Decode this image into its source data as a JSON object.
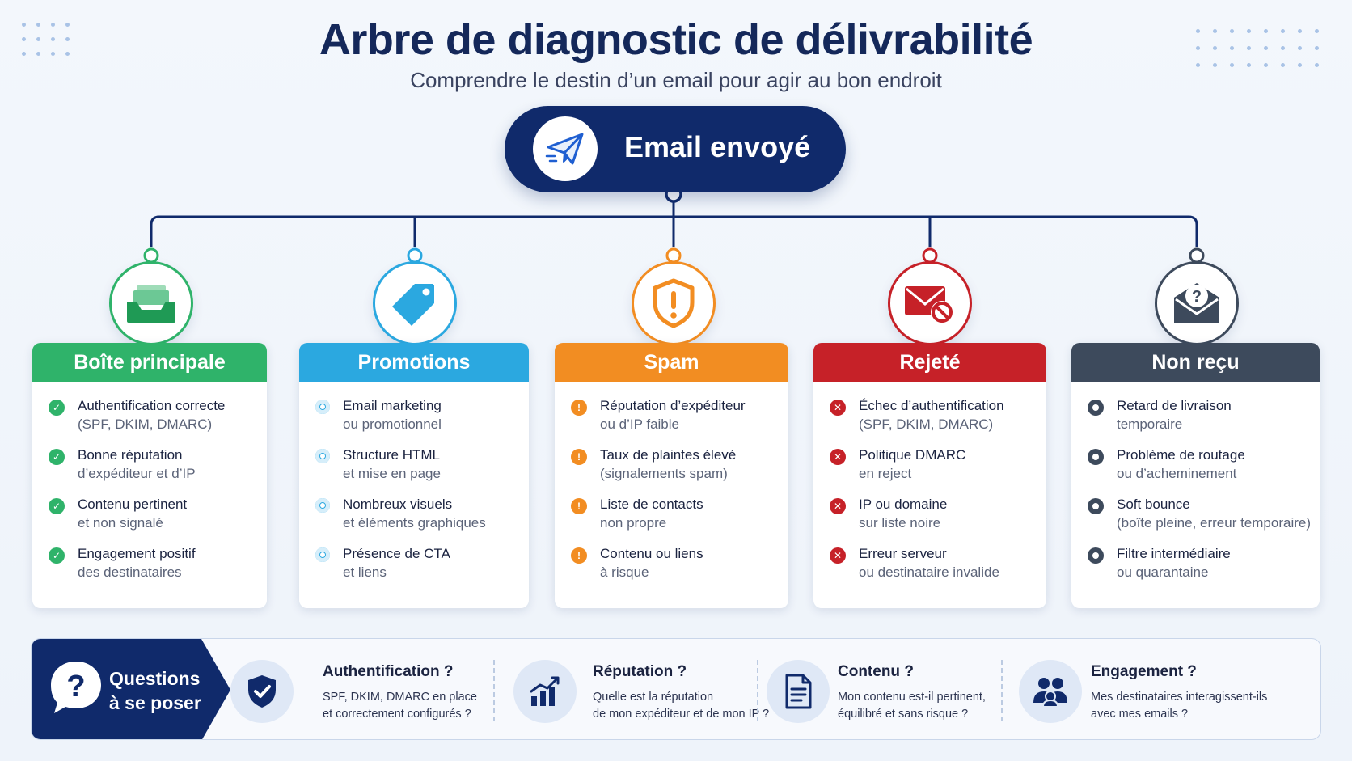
{
  "header": {
    "title": "Arbre de diagnostic de délivrabilité",
    "subtitle": "Comprendre le destin d’un email pour agir au bon endroit"
  },
  "root": {
    "label": "Email envoyé",
    "icon": "paper-plane-icon"
  },
  "colors": {
    "navy": "#102a6b",
    "green": "#2fb36a",
    "blue": "#2ba8e0",
    "orange": "#f28d22",
    "red": "#c62128",
    "slate": "#3d4a5c"
  },
  "categories": [
    {
      "id": "inbox",
      "title": "Boîte principale",
      "color": "#2fb36a",
      "icon": "inbox-tray-icon",
      "bullet": "check",
      "items": [
        {
          "title": "Authentification correcte",
          "sub": "(SPF, DKIM, DMARC)"
        },
        {
          "title": "Bonne réputation",
          "sub": "d’expéditeur et d’IP"
        },
        {
          "title": "Contenu pertinent",
          "sub": "et non signalé"
        },
        {
          "title": "Engagement positif",
          "sub": "des destinataires"
        }
      ]
    },
    {
      "id": "promotions",
      "title": "Promotions",
      "color": "#2ba8e0",
      "icon": "price-tag-icon",
      "bullet": "dot",
      "items": [
        {
          "title": "Email marketing",
          "sub": "ou promotionnel"
        },
        {
          "title": "Structure HTML",
          "sub": "et mise en page"
        },
        {
          "title": "Nombreux visuels",
          "sub": "et éléments graphiques"
        },
        {
          "title": "Présence de CTA",
          "sub": "et liens"
        }
      ]
    },
    {
      "id": "spam",
      "title": "Spam",
      "color": "#f28d22",
      "icon": "warning-shield-icon",
      "bullet": "exclamation",
      "items": [
        {
          "title": "Réputation d’expéditeur",
          "sub": "ou d’IP faible"
        },
        {
          "title": "Taux de plaintes élevé",
          "sub": "(signalements spam)"
        },
        {
          "title": "Liste de contacts",
          "sub": "non propre"
        },
        {
          "title": "Contenu ou liens",
          "sub": "à risque"
        }
      ]
    },
    {
      "id": "rejected",
      "title": "Rejeté",
      "color": "#c62128",
      "icon": "blocked-envelope-icon",
      "bullet": "cross",
      "items": [
        {
          "title": "Échec d’authentification",
          "sub": "(SPF, DKIM, DMARC)"
        },
        {
          "title": "Politique DMARC",
          "sub": "en reject"
        },
        {
          "title": "IP ou domaine",
          "sub": "sur liste noire"
        },
        {
          "title": "Erreur serveur",
          "sub": "ou destinataire invalide"
        }
      ]
    },
    {
      "id": "not-received",
      "title": "Non reçu",
      "color": "#3d4a5c",
      "icon": "question-envelope-icon",
      "bullet": "ring",
      "items": [
        {
          "title": "Retard de livraison",
          "sub": "temporaire"
        },
        {
          "title": "Problème de routage",
          "sub": "ou d’acheminement"
        },
        {
          "title": "Soft bounce",
          "sub": "(boîte pleine, erreur temporaire)"
        },
        {
          "title": "Filtre intermédiaire",
          "sub": "ou quarantaine"
        }
      ]
    }
  ],
  "questions": {
    "label_line1": "Questions",
    "label_line2": "à se poser",
    "icon": "question-bubble-icon",
    "items": [
      {
        "title": "Authentification ?",
        "line1": "SPF, DKIM, DMARC en place",
        "line2": "et correctement configurés ?",
        "icon": "shield-check-icon"
      },
      {
        "title": "Réputation ?",
        "line1": "Quelle est la réputation",
        "line2": "de mon expéditeur et de mon IP ?",
        "icon": "trend-chart-icon"
      },
      {
        "title": "Contenu ?",
        "line1": "Mon contenu est-il pertinent,",
        "line2": "équilibré et sans risque ?",
        "icon": "document-icon"
      },
      {
        "title": "Engagement ?",
        "line1": "Mes destinataires interagissent-ils",
        "line2": "avec mes emails ?",
        "icon": "users-group-icon"
      }
    ]
  }
}
